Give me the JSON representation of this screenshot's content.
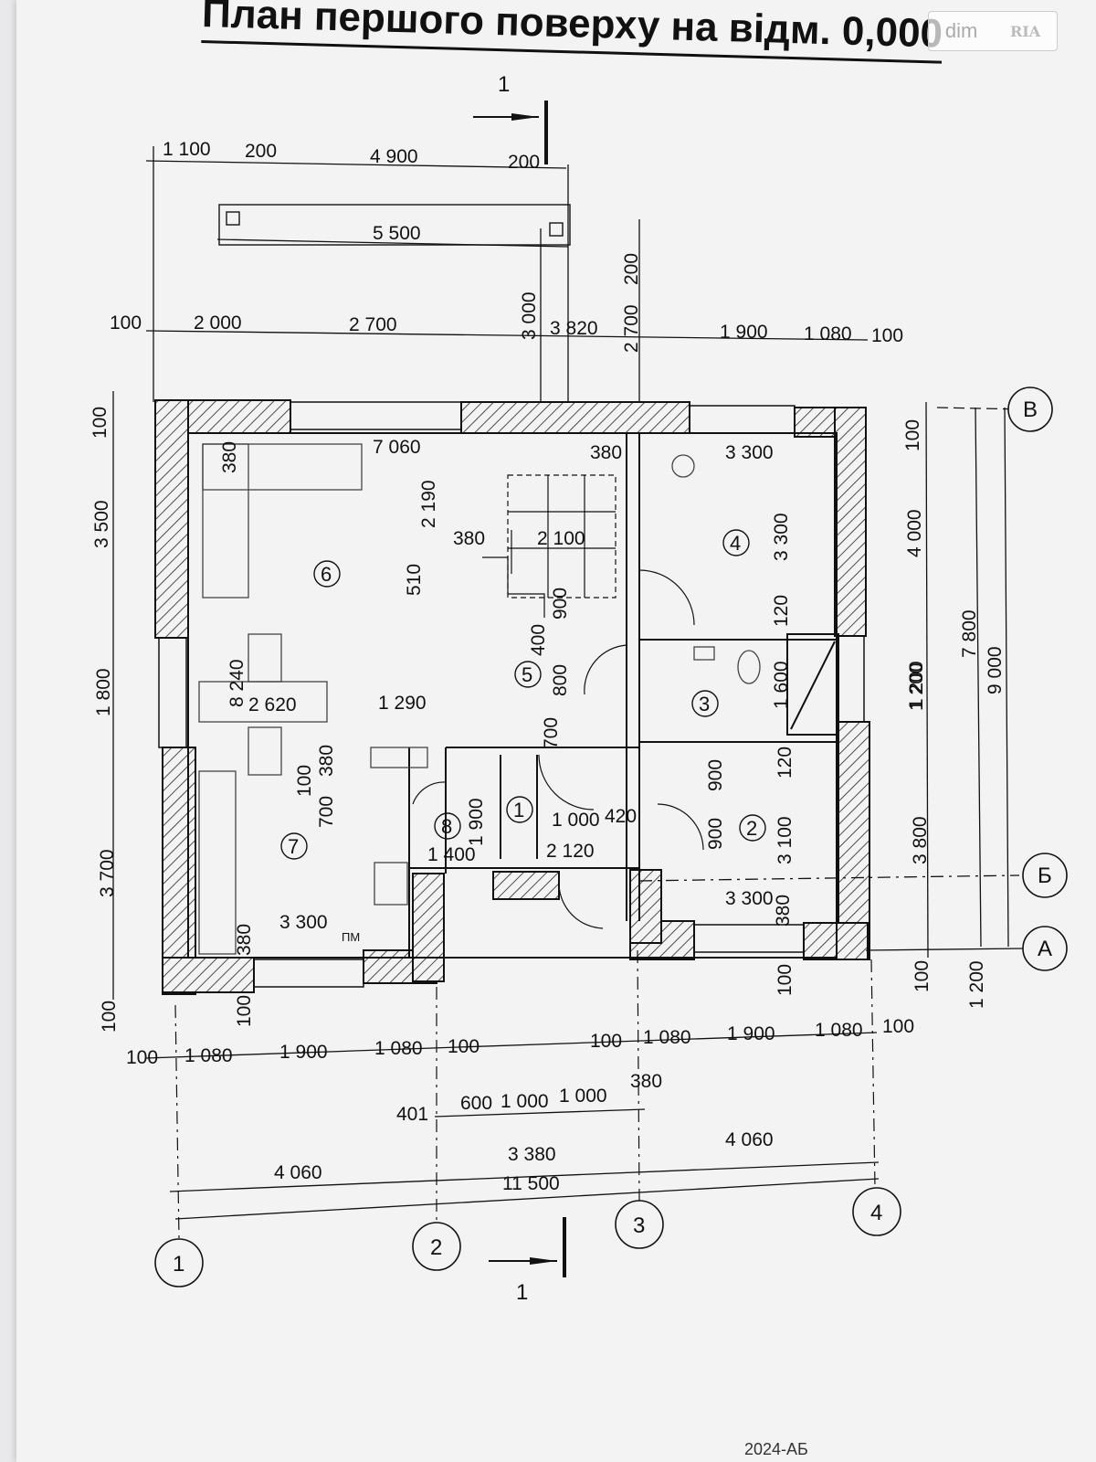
{
  "title": "План першого поверху на відм. 0,000",
  "watermark": {
    "brand": "dim",
    "mark": "RIA"
  },
  "section_mark": "1",
  "axes": {
    "vertical": [
      "1",
      "2",
      "3",
      "4"
    ],
    "horizontal": [
      "В",
      "Б",
      "А"
    ]
  },
  "rooms": [
    "1",
    "2",
    "3",
    "4",
    "5",
    "6",
    "7",
    "8"
  ],
  "top_dims_row1": [
    "1 100",
    "200",
    "4 900",
    "200"
  ],
  "top_dims_row2": [
    "5 500"
  ],
  "top_dims_row3": [
    "100",
    "2 000",
    "2 700",
    "3 820",
    "1 900",
    "1 080",
    "100"
  ],
  "top_vertical_dims": [
    "3 000",
    "2 700",
    "200"
  ],
  "interior_dims": [
    "380",
    "7 060",
    "380",
    "3 300",
    "2 190",
    "380",
    "2 100",
    "510",
    "900",
    "400",
    "800",
    "700",
    "3 300",
    "120",
    "1 600",
    "1 200",
    "120",
    "900",
    "900",
    "3 100",
    "1 000",
    "420",
    "2 120",
    "1 400",
    "1 900",
    "1 290",
    "2 620",
    "8 240",
    "100",
    "380",
    "700",
    "3 300",
    "380",
    "3 300",
    "380",
    "100"
  ],
  "left_dims": [
    "100",
    "3 500",
    "1 800",
    "3 700",
    "100",
    "100"
  ],
  "right_dims": [
    "100",
    "4 000",
    "1 200",
    "3 800",
    "100",
    "7 800",
    "9 000",
    "1 200"
  ],
  "bottom_dims_row1": [
    "100",
    "1 080",
    "1 900",
    "1 080",
    "100",
    "100",
    "1 080",
    "1 900",
    "1 080",
    "100"
  ],
  "bottom_dims_row2": [
    "401",
    "600",
    "1 000",
    "1 000",
    "380"
  ],
  "bottom_dims_row3": [
    "4 060",
    "3 380",
    "4 060"
  ],
  "bottom_total": "11 500",
  "kitchen_label": "ПМ",
  "footer": "2024-АБ"
}
